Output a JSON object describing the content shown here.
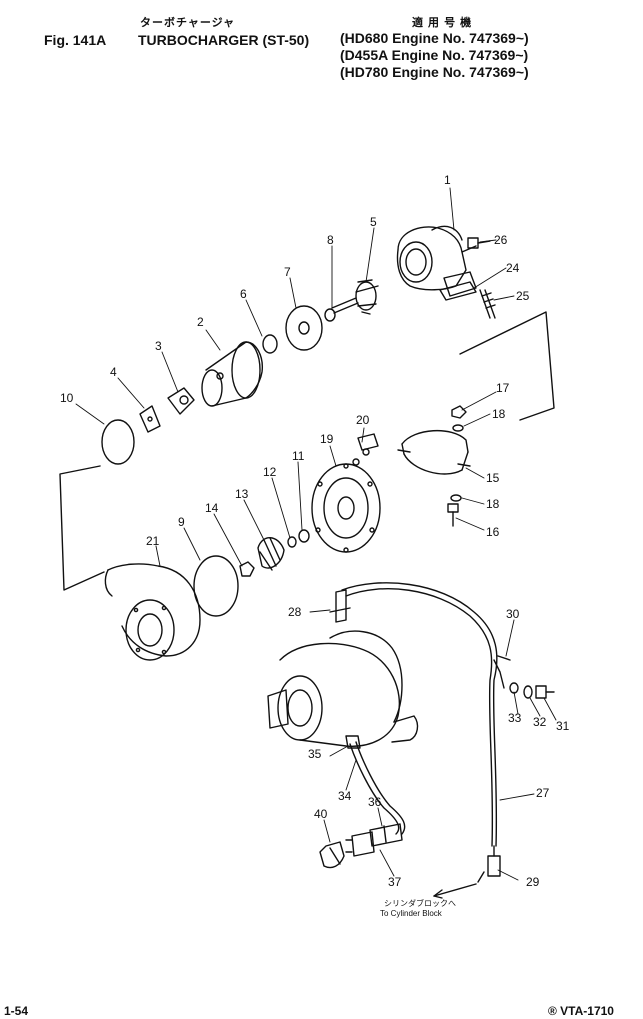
{
  "header": {
    "title_jp": "ターボチャージャ",
    "fig_label": "Fig. 141A",
    "title": "TURBOCHARGER (ST-50)",
    "applicable_jp": "適 用 号 機",
    "engines": [
      "(HD680 Engine No. 747369~)",
      "(D455A Engine No. 747369~)",
      "(HD780 Engine No. 747369~)"
    ]
  },
  "annotation": {
    "to_block_jp": "シリンダブロックへ",
    "to_block": "To Cylinder Block"
  },
  "footer": {
    "page": "1-54",
    "code": "® VTA-1710"
  },
  "callouts": [
    "1",
    "2",
    "3",
    "4",
    "5",
    "6",
    "7",
    "8",
    "9",
    "10",
    "11",
    "12",
    "13",
    "14",
    "15",
    "16",
    "17",
    "18",
    "18",
    "19",
    "20",
    "21",
    "24",
    "25",
    "26",
    "27",
    "28",
    "29",
    "30",
    "31",
    "32",
    "33",
    "34",
    "35",
    "36",
    "37",
    "40"
  ]
}
